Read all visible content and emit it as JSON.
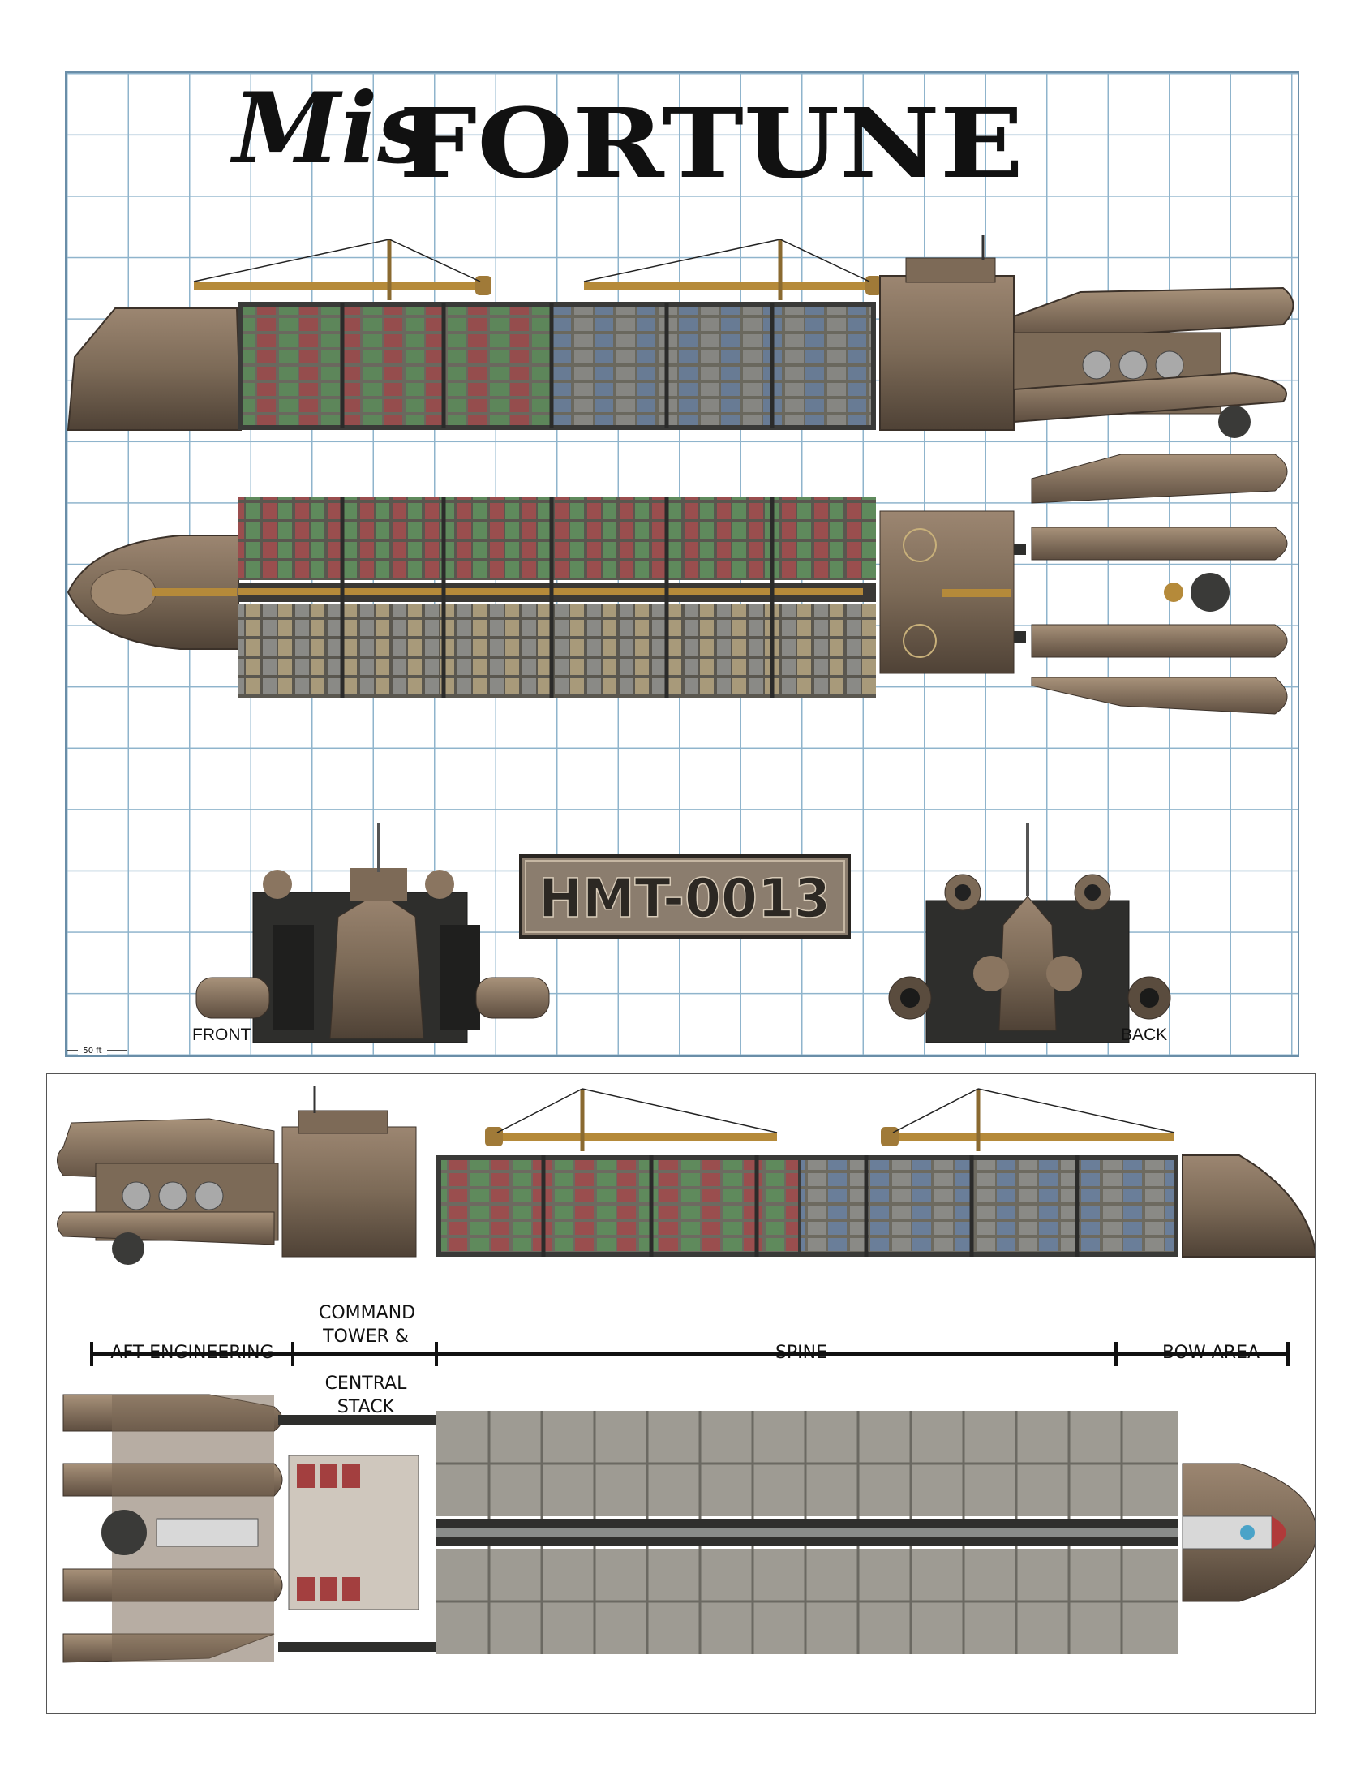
{
  "title": {
    "script_part": "Mis",
    "block_part": "FORTUNE"
  },
  "registration": "HMT-0013",
  "scale_bar_label": "50 ft",
  "view_labels": {
    "front": "FRONT",
    "back": "BACK"
  },
  "sections": {
    "aft": "AFT ENGINEERING",
    "command_line1": "COMMAND",
    "command_line2": "TOWER &",
    "command_line3": "CENTRAL",
    "command_line4": "STACK",
    "spine": "SPINE",
    "bow": "BOW AREA"
  },
  "colors": {
    "grid_line": "#8fb4cc",
    "hull_brown": "#8a7560",
    "hull_dark": "#5b4c3e",
    "container_green": "#5f8a5c",
    "container_red": "#9a4e4e",
    "container_blue": "#6a7e99",
    "container_gray": "#8a8a86",
    "container_tan": "#a89a7a",
    "crane_gold": "#b58a3a",
    "plate_bg": "#8b7d6e"
  }
}
